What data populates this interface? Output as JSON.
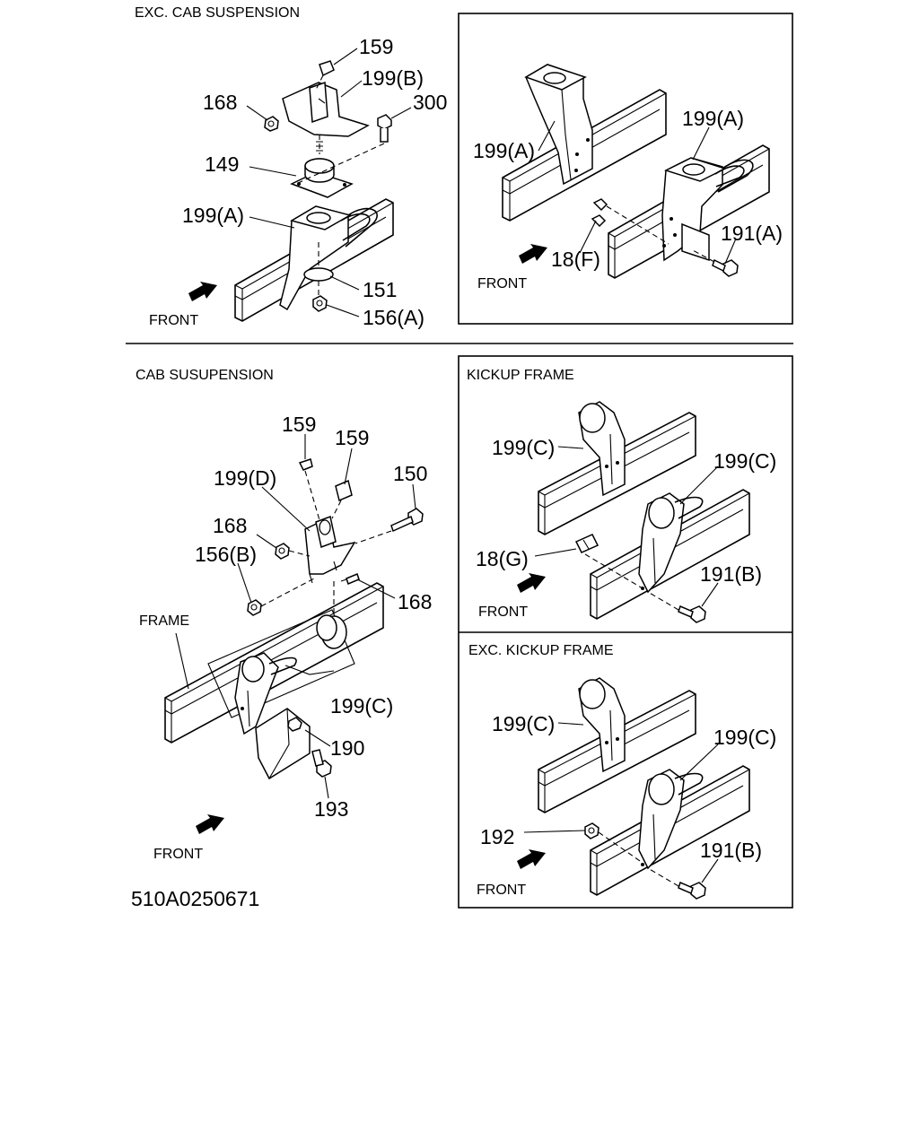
{
  "panels": {
    "exc_cab_suspension": {
      "title": "EXC. CAB SUSPENSION",
      "front": "FRONT",
      "labels": {
        "l159": "159",
        "l199b": "199(B)",
        "l168": "168",
        "l300": "300",
        "l149": "149",
        "l199a": "199(A)",
        "l151": "151",
        "l156a": "156(A)"
      }
    },
    "exc_cab_detail": {
      "front": "FRONT",
      "labels": {
        "l199a_left": "199(A)",
        "l199a_right": "199(A)",
        "l18f": "18(F)",
        "l191a": "191(A)"
      }
    },
    "cab_suspension": {
      "title": "CAB SUSUPENSION",
      "front": "FRONT",
      "frame_label": "FRAME",
      "labels": {
        "l159a": "159",
        "l159b": "159",
        "l199d": "199(D)",
        "l150": "150",
        "l168a": "168",
        "l156b": "156(B)",
        "l168b": "168",
        "l199c": "199(C)",
        "l190": "190",
        "l193": "193"
      }
    },
    "kickup_frame": {
      "title": "KICKUP FRAME",
      "front": "FRONT",
      "labels": {
        "l199c_top": "199(C)",
        "l199c_right": "199(C)",
        "l18g": "18(G)",
        "l191b": "191(B)"
      }
    },
    "exc_kickup_frame": {
      "title": "EXC. KICKUP FRAME",
      "front": "FRONT",
      "labels": {
        "l199c_top": "199(C)",
        "l199c_right": "199(C)",
        "l192": "192",
        "l191b": "191(B)"
      }
    }
  },
  "drawing_code": "510A0250671"
}
